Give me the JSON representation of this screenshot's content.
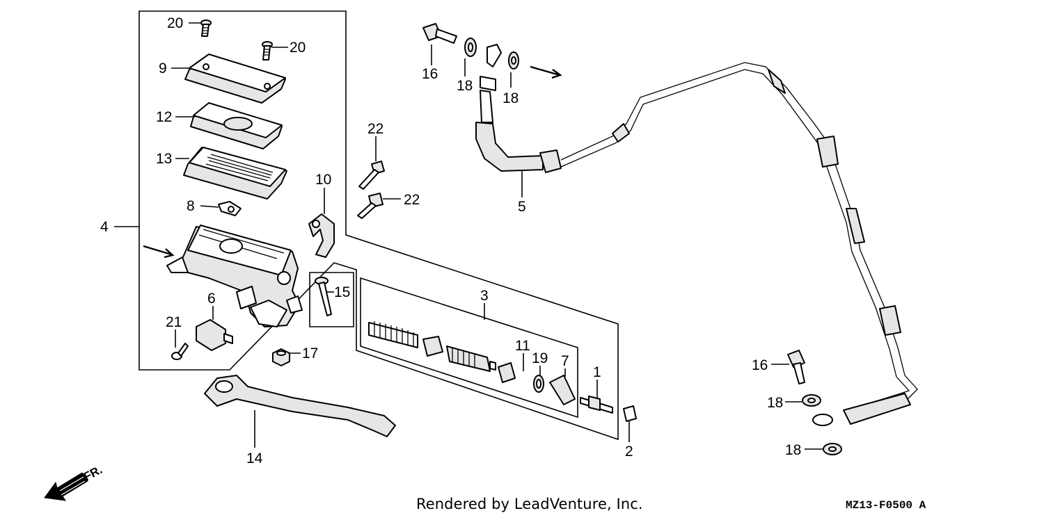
{
  "callouts": {
    "c20a": "20",
    "c20b": "20",
    "c9": "9",
    "c12": "12",
    "c13": "13",
    "c8": "8",
    "c4": "4",
    "c10": "10",
    "c6": "6",
    "c21": "21",
    "c17": "17",
    "c15": "15",
    "c14": "14",
    "c3": "3",
    "c11": "11",
    "c19": "19",
    "c7": "7",
    "c1": "1",
    "c2": "2",
    "c16a": "16",
    "c18a": "18",
    "c18b": "18",
    "c22a": "22",
    "c22b": "22",
    "c5": "5",
    "c16b": "16",
    "c18c": "18",
    "c18d": "18"
  },
  "direction_label": "FR.",
  "footer": {
    "credit": "Rendered by LeadVenture, Inc.",
    "code": "MZ13-F0500 A"
  }
}
